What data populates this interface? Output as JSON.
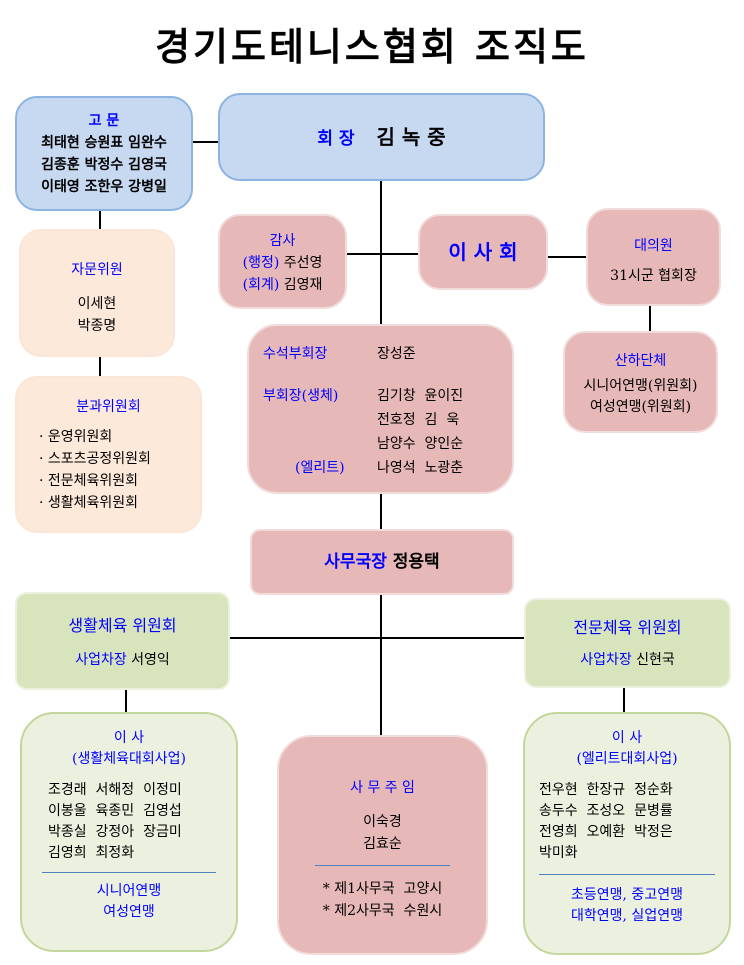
{
  "title": "경기도테니스협회 조직도",
  "advisors": {
    "heading": "고 문",
    "rows": [
      "최태현 승원표 임완수",
      "김종훈 박정수 김영국",
      "이태영 조한우 강병일"
    ]
  },
  "president": {
    "label": "회 장",
    "name": "김 녹 중"
  },
  "consult": {
    "heading": "자문위원",
    "names": [
      "이세현",
      "박종명"
    ]
  },
  "subcommittee": {
    "heading": "분과위원회",
    "items": [
      "· 운영위원회",
      "· 스포츠공정위원회",
      "· 전문체육위원회",
      "· 생활체육위원회"
    ]
  },
  "audit": {
    "heading": "감사",
    "rows": [
      {
        "role": "(행정)",
        "name": "주선영"
      },
      {
        "role": "(회계)",
        "name": "김영재"
      }
    ]
  },
  "board": {
    "label": "이 사 회"
  },
  "delegates": {
    "heading": "대의원",
    "text": "31시군 협회장"
  },
  "affiliates": {
    "heading": "산하단체",
    "rows": [
      "시니어연맹(위원회)",
      "여성연맹(위원회)"
    ]
  },
  "vice": {
    "senior_label": "수석부회장",
    "senior_name": "장성준",
    "vp_label": "부회장(생체)",
    "elite_label": "(엘리트)",
    "rows": [
      "김기창  윤이진",
      "전호정  김  욱",
      "남양수  양인순",
      "나영석  노광춘"
    ]
  },
  "secretary_general": {
    "label": "사무국장",
    "name": "정용택"
  },
  "life_committee": {
    "heading": "생활체육 위원회",
    "role": "사업차장",
    "name": "서영익"
  },
  "elite_committee": {
    "heading": "전문체육 위원회",
    "role": "사업차장",
    "name": "신현국"
  },
  "life_directors": {
    "heading": "이 사",
    "sub": "(생활체육대회사업)",
    "rows": [
      "조경래  서해정  이정미",
      "이봉울  육종민  김영섭",
      "박종실  강정아  장금미",
      "김영희  최정화"
    ],
    "leagues": [
      "시니어연맹",
      "여성연맹"
    ]
  },
  "office": {
    "heading": "사 무 주 임",
    "names": [
      "이숙경",
      "김효순"
    ],
    "branches": [
      "* 제1사무국  고양시",
      "* 제2사무국  수원시"
    ]
  },
  "elite_directors": {
    "heading": "이 사",
    "sub": "(엘리트대회사업)",
    "rows": [
      "전우현  한장규  정순화",
      "송두수  조성오  문병률",
      "전영희  오예환  박정은",
      "박미화"
    ],
    "leagues": [
      "초등연맹, 중고연맹",
      "대학연맹, 실업연맹"
    ]
  }
}
